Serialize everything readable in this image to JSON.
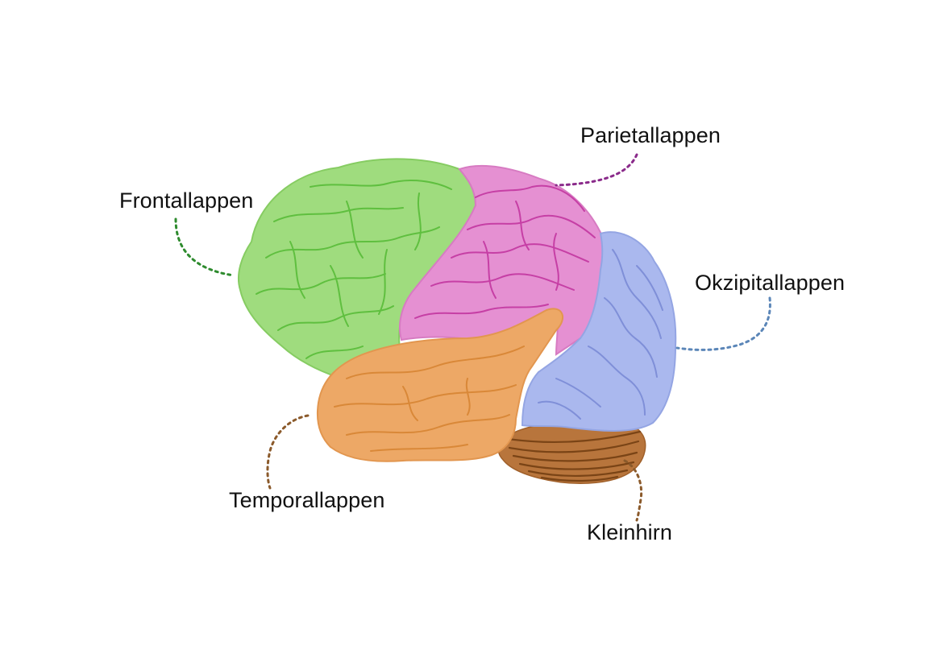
{
  "colors": {
    "background": "#ffffff",
    "label_text": "#111111",
    "frontal": "#9fdc7e",
    "parietal": "#e590d2",
    "occipital": "#aab8ee",
    "temporal": "#eda866",
    "cerebellum": "#b8753c"
  },
  "diagram": {
    "regions": [
      {
        "id": "frontal",
        "label": "Frontallappen",
        "color": "#9fdc7e",
        "leader_color": "#2e8b2e"
      },
      {
        "id": "parietal",
        "label": "Parietallappen",
        "color": "#e590d2",
        "leader_color": "#8a2a8a"
      },
      {
        "id": "occipital",
        "label": "Okzipitallappen",
        "color": "#aab8ee",
        "leader_color": "#5b86b8"
      },
      {
        "id": "temporal",
        "label": "Temporallappen",
        "color": "#eda866",
        "leader_color": "#8b5a2b"
      },
      {
        "id": "cerebellum",
        "label": "Kleinhirn",
        "color": "#b8753c",
        "leader_color": "#8b5a2b"
      }
    ]
  }
}
